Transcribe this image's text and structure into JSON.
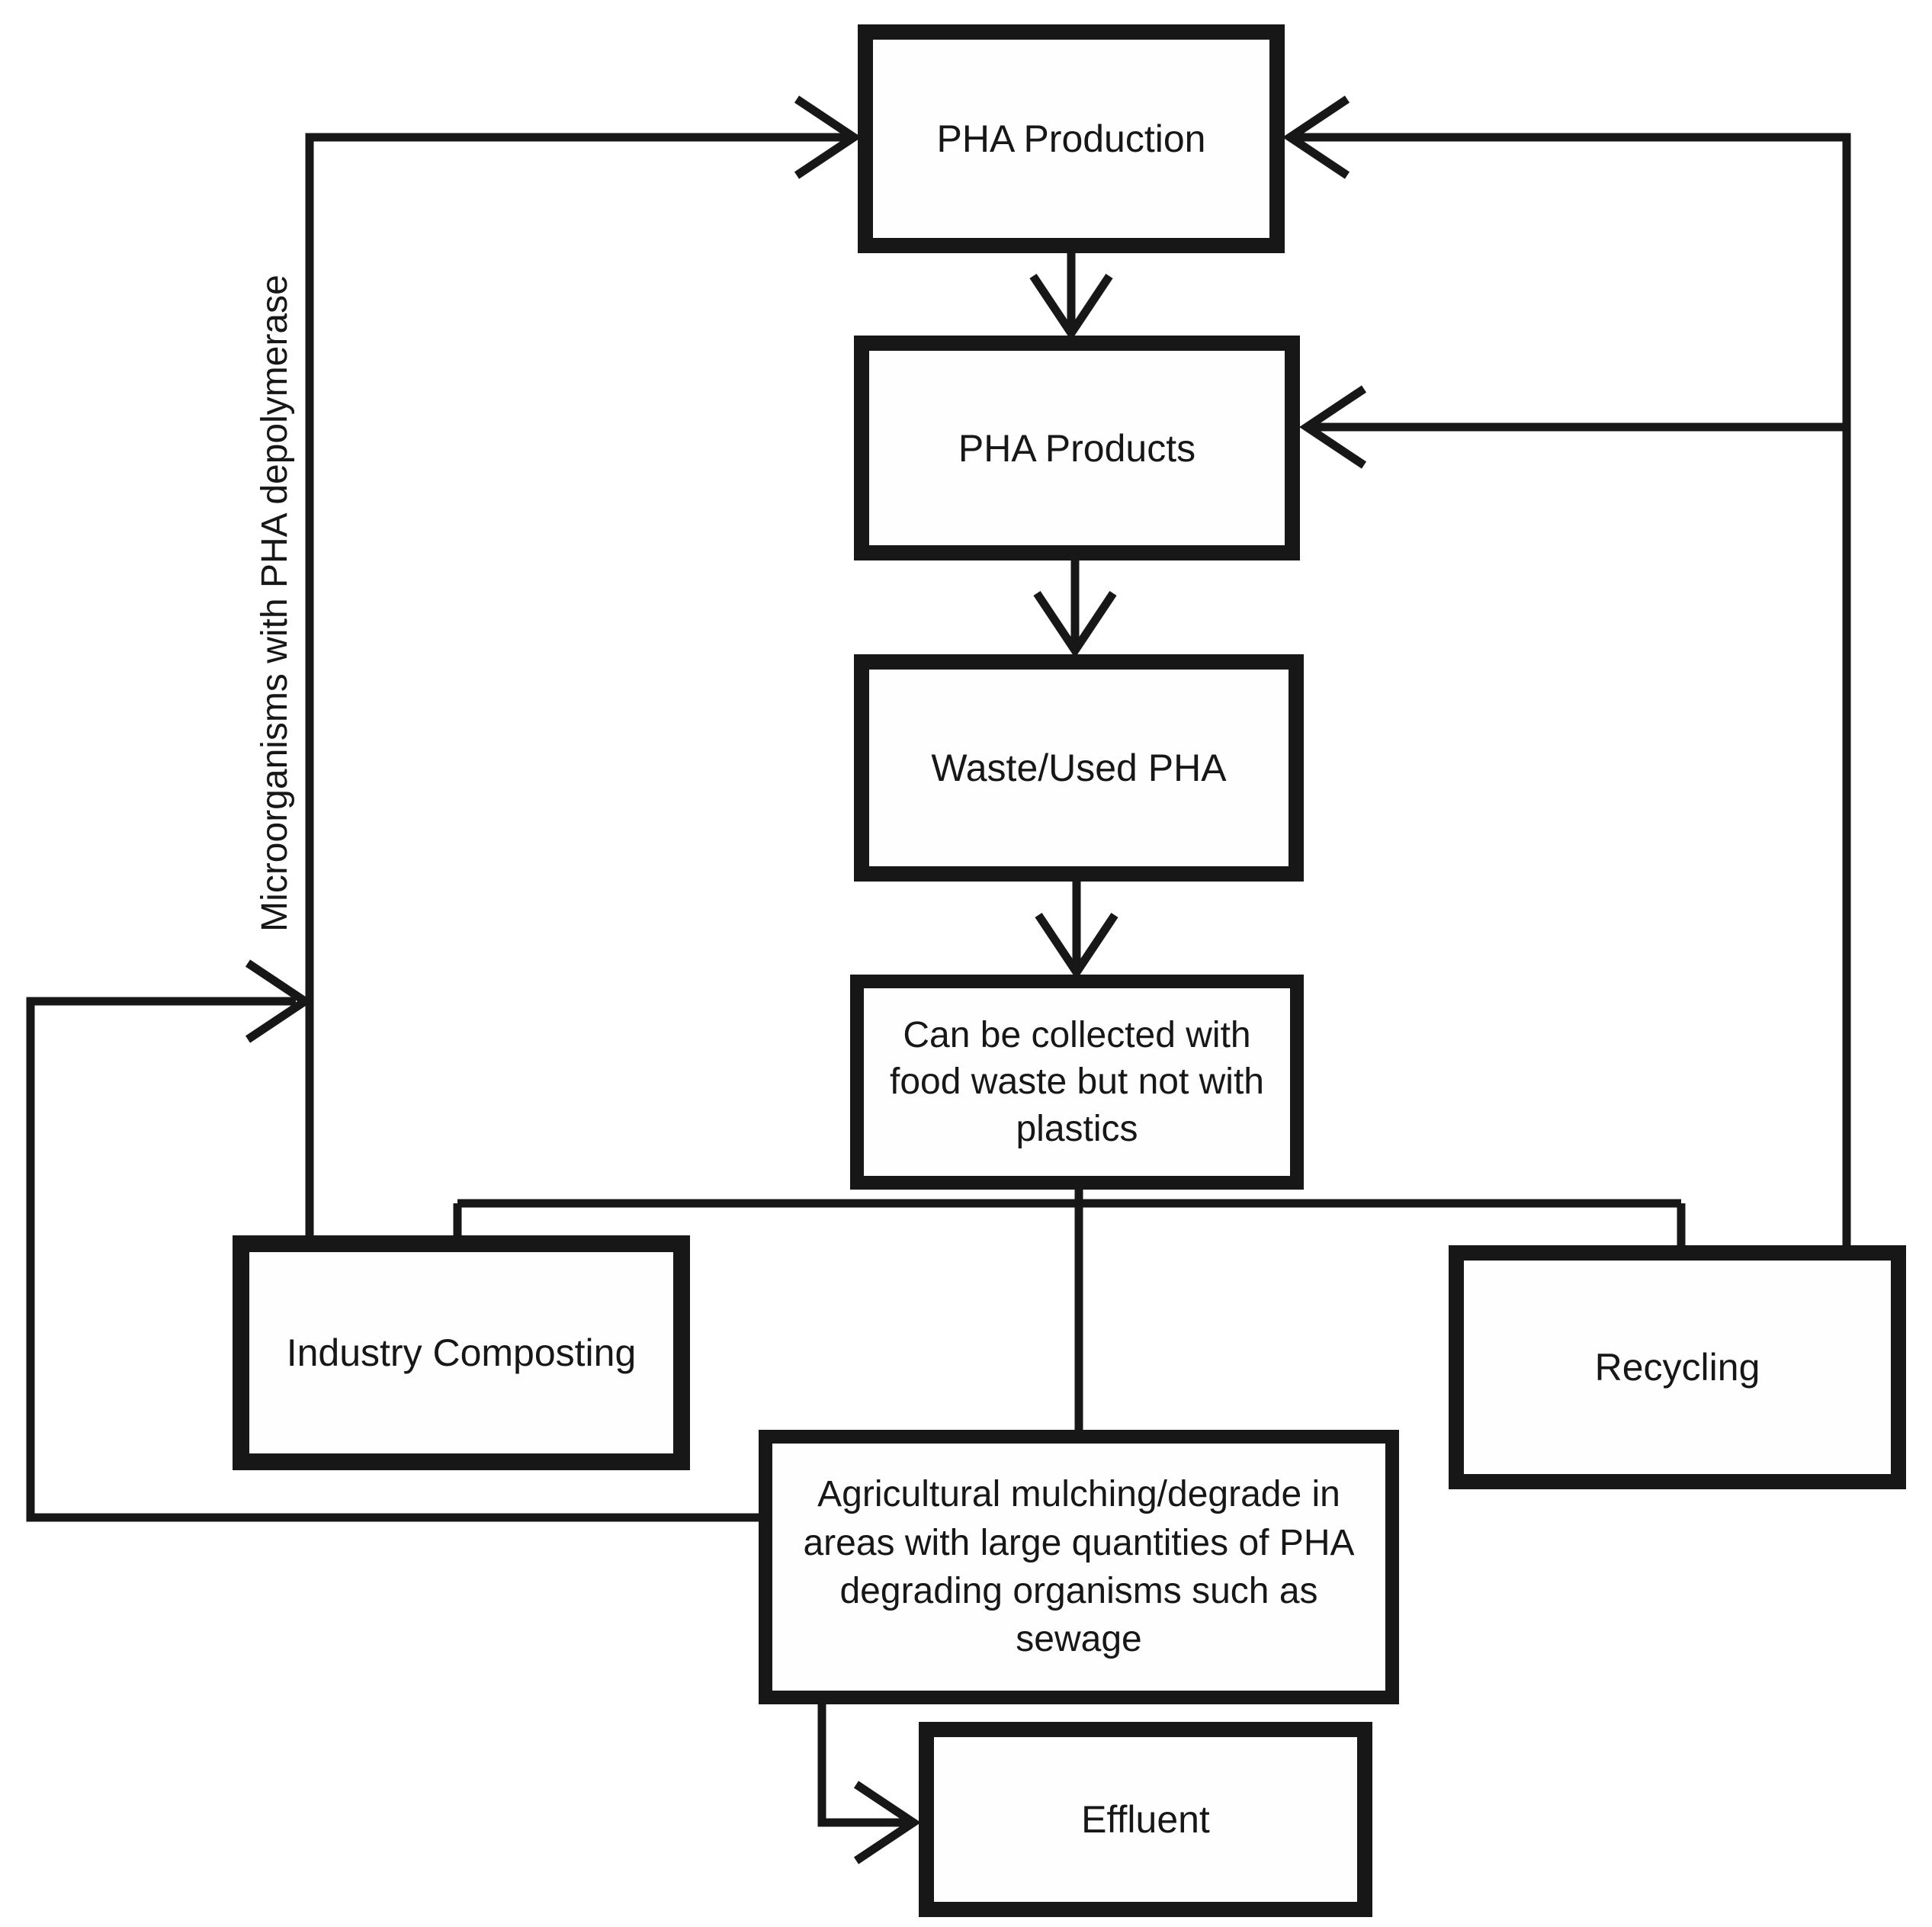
{
  "colors": {
    "ink": "#171717",
    "background": "#ffffff"
  },
  "nodes": {
    "pha_production": {
      "label": "PHA Production"
    },
    "pha_products": {
      "label": "PHA Products"
    },
    "waste_used_pha": {
      "label": "Waste/Used PHA"
    },
    "collection_note": {
      "label": "Can be collected with food waste but not with plastics"
    },
    "industry_composting": {
      "label": "Industry Composting"
    },
    "recycling": {
      "label": "Recycling"
    },
    "agricultural_mulching": {
      "label": "Agricultural mulching/degrade in areas with large quantities of PHA degrading organisms such as sewage"
    },
    "effluent": {
      "label": "Effluent"
    }
  },
  "labels": {
    "microorganisms": "Microorganisms with PHA depolymerase"
  },
  "edges": [
    {
      "from": "PHA Production",
      "to": "PHA Products"
    },
    {
      "from": "PHA Products",
      "to": "Waste/Used PHA"
    },
    {
      "from": "Waste/Used PHA",
      "to": "Can be collected with food waste but not with plastics"
    },
    {
      "from": "Can be collected with food waste but not with plastics",
      "to": "Industry Composting"
    },
    {
      "from": "Can be collected with food waste but not with plastics",
      "to": "Agricultural mulching/degrade in areas with large quantities of PHA degrading organisms such as sewage"
    },
    {
      "from": "Can be collected with food waste but not with plastics",
      "to": "Recycling"
    },
    {
      "from": "Industry Composting",
      "to": "PHA Production",
      "label": "Microorganisms with PHA depolymerase"
    },
    {
      "from": "Agricultural mulching/degrade in areas with large quantities of PHA degrading organisms such as sewage",
      "to": "PHA Production",
      "label": "Microorganisms with PHA depolymerase"
    },
    {
      "from": "Recycling",
      "to": "PHA Production"
    },
    {
      "from": "Recycling",
      "to": "PHA Products"
    },
    {
      "from": "Agricultural mulching/degrade in areas with large quantities of PHA degrading organisms such as sewage",
      "to": "Effluent"
    }
  ]
}
